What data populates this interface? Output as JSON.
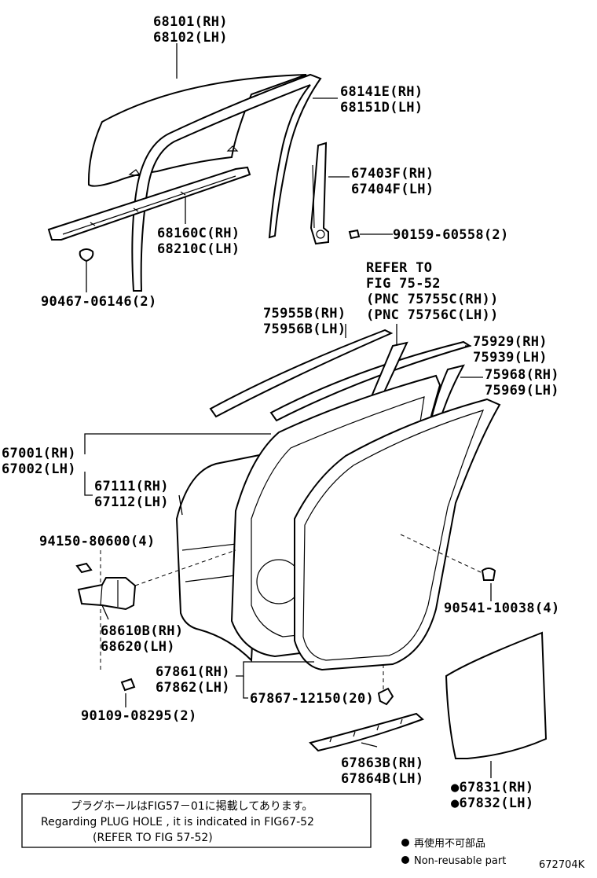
{
  "callouts": [
    {
      "id": "glass",
      "lines": [
        "68101(RH)",
        "68102(LH)"
      ]
    },
    {
      "id": "run-channel",
      "lines": [
        "68141E(RH)",
        "68151D(LH)"
      ]
    },
    {
      "id": "rear-sash",
      "lines": [
        "67403F(RH)",
        "67404F(LH)"
      ]
    },
    {
      "id": "sash-bolt",
      "lines": [
        "90159-60558(2)"
      ]
    },
    {
      "id": "belt-weatherstrip",
      "lines": [
        "68160C(RH)",
        "68210C(LH)"
      ]
    },
    {
      "id": "clip-1",
      "lines": [
        "90467-06146(2)"
      ]
    },
    {
      "id": "refer",
      "lines": [
        "REFER TO",
        "FIG 75-52",
        "(PNC 75755C(RH))",
        "(PNC 75756C(LH))"
      ]
    },
    {
      "id": "moulding-outer",
      "lines": [
        "75955B(RH)",
        "75956B(LH)"
      ]
    },
    {
      "id": "moulding-upper",
      "lines": [
        "75929(RH)",
        "75939(LH)"
      ]
    },
    {
      "id": "seal-upper",
      "lines": [
        "75968(RH)",
        "75969(LH)"
      ]
    },
    {
      "id": "door-panel",
      "lines": [
        "67001(RH)",
        "67002(LH)"
      ]
    },
    {
      "id": "inner-panel",
      "lines": [
        "67111(RH)",
        "67112(LH)"
      ]
    },
    {
      "id": "hinge-bolt",
      "lines": [
        "94150-80600(4)"
      ]
    },
    {
      "id": "clip-2",
      "lines": [
        "90541-10038(4)"
      ]
    },
    {
      "id": "hinge",
      "lines": [
        "68610B(RH)",
        "68620(LH)"
      ]
    },
    {
      "id": "weatherstrip",
      "lines": [
        "67861(RH)",
        "67862(LH)"
      ]
    },
    {
      "id": "ws-clip",
      "lines": [
        "67867-12150(20)"
      ]
    },
    {
      "id": "hinge-bolt-2",
      "lines": [
        "90109-08295(2)"
      ]
    },
    {
      "id": "lower-strip",
      "lines": [
        "67863B(RH)",
        "67864B(LH)"
      ]
    },
    {
      "id": "service-hole-cover",
      "lines": [
        "●67831(RH)",
        "●67832(LH)"
      ]
    }
  ],
  "note": {
    "line1": "プラグホールはFIG57－01に掲載してあります。",
    "line2": "Regarding PLUG HOLE , it is indicated in FIG67-52",
    "line3": "(REFER TO FIG 57-52)"
  },
  "legend": {
    "jp": "再使用不可部品",
    "en": "Non-reusable part"
  },
  "figure_id": "672704K"
}
